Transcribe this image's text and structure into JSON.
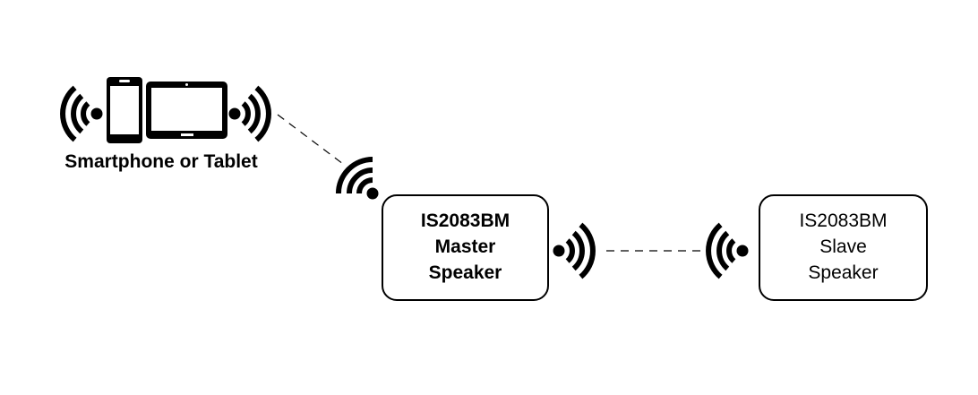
{
  "device": {
    "label": "Smartphone or Tablet"
  },
  "master": {
    "line1": "IS2083BM",
    "line2": "Master",
    "line3": "Speaker"
  },
  "slave": {
    "line1": "IS2083BM",
    "line2": "Slave",
    "line3": "Speaker"
  },
  "colors": {
    "ink": "#000000",
    "background": "#ffffff"
  }
}
